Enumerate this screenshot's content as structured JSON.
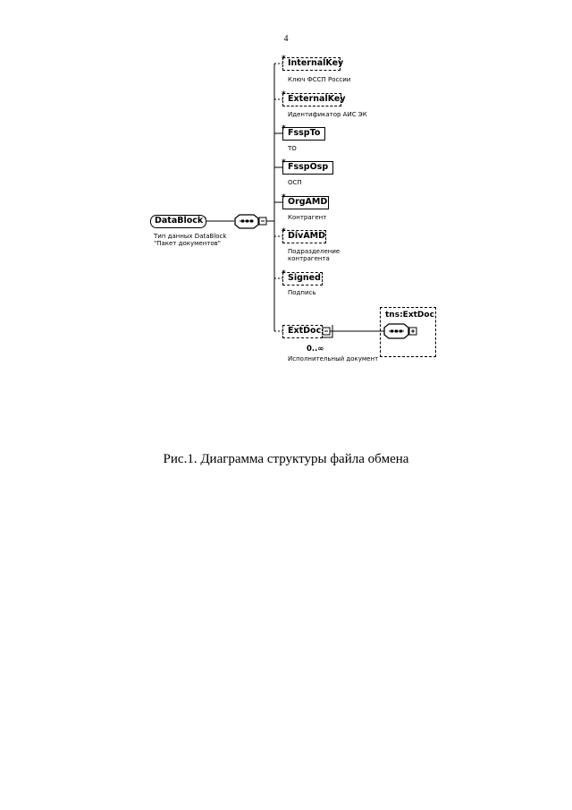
{
  "page_number": "4",
  "root": {
    "name": "DataBlock",
    "desc_line1": "Тип данных DataBlock",
    "desc_line2": "\"Пакет документов\""
  },
  "elements": [
    {
      "name": "InternalKey",
      "desc": "Ключ ФССП России"
    },
    {
      "name": "ExternalKey",
      "desc": "Идентификатор АИС ЭК"
    },
    {
      "name": "FsspTo",
      "desc": "ТО"
    },
    {
      "name": "FsspOsp",
      "desc": "ОСП"
    },
    {
      "name": "OrgAMD",
      "desc": "Контрагент"
    },
    {
      "name": "DivAMD",
      "desc_line1": "Подразделение",
      "desc_line2": "контрагента"
    },
    {
      "name": "Signed",
      "desc": "Подпись"
    },
    {
      "name": "ExtDoc",
      "desc": "Исполнительный документ",
      "cardinality": "0..∞"
    }
  ],
  "ext_type": {
    "label": "tns:ExtDoc"
  },
  "caption": "Рис.1. Диаграмма структуры файла обмена"
}
